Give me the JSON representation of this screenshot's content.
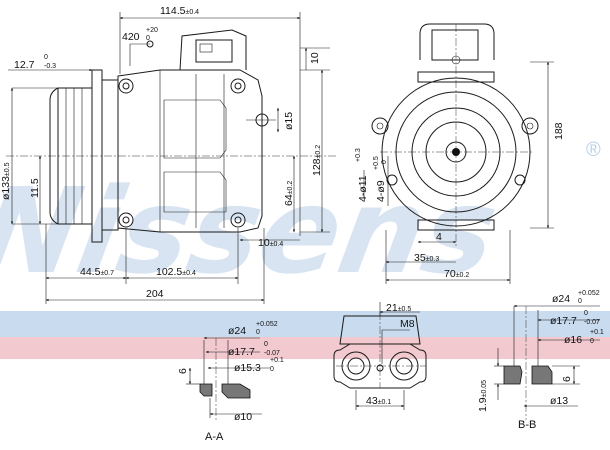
{
  "watermark": {
    "text": "Nissens",
    "color": "#b9cfe6",
    "registered_mark": "®"
  },
  "bands": {
    "blue": "#c9dbef",
    "pink": "#f1c9cf"
  },
  "main_view": {
    "dims": {
      "overall_width": "114.5",
      "overall_width_tol": "±0.4",
      "connector_angle": "420",
      "connector_angle_tol_upper": "+20",
      "connector_angle_tol_lower": "0",
      "hub_width": "12.7",
      "hub_width_tol_upper": "0",
      "hub_width_tol_lower": "-0.3",
      "top_offset": "10",
      "pulley_dia": "ø133",
      "pulley_dia_tol": "±0.5",
      "port_dia": "ø15",
      "height_128": "128",
      "height_128_tol": "±0.2",
      "groove": "11.5",
      "mount_64": "64",
      "mount_64_tol": "±0.2",
      "foot_10": "10",
      "foot_10_tol": "±0.4",
      "pos_44_5": "44.5",
      "pos_44_5_tol": "±0.7",
      "pos_102_5": "102.5",
      "pos_102_5_tol": "±0.4",
      "total_204": "204"
    }
  },
  "front_view": {
    "dims": {
      "height_188": "188",
      "holes_11": "4-ø11",
      "holes_11_tol": "+0.3",
      "holes_9": "4-ø9",
      "holes_9_tol_upper": "+0.5",
      "holes_9_tol_lower": "0",
      "four": "4",
      "d35": "35",
      "d35_tol": "±0.3",
      "d70": "70",
      "d70_tol": "±0.2"
    }
  },
  "detail_aa": {
    "label": "A-A",
    "dims": {
      "d24": "ø24",
      "d24_tol_upper": "+0.052",
      "d24_tol_lower": "0",
      "d17_7": "ø17.7",
      "d17_7_tol_upper": "0",
      "d17_7_tol_lower": "-0.07",
      "d15_3": "ø15.3",
      "d15_3_tol_upper": "+0.1",
      "d15_3_tol_lower": "0",
      "h6": "6",
      "d10": "ø10"
    }
  },
  "detail_mid": {
    "dims": {
      "d21": "21",
      "d21_tol": "±0.5",
      "m8": "M8",
      "d43": "43",
      "d43_tol": "±0.1"
    }
  },
  "detail_bb": {
    "label": "B-B",
    "dims": {
      "d24": "ø24",
      "d24_tol_upper": "+0.052",
      "d24_tol_lower": "0",
      "d17_7": "ø17.7",
      "d17_7_tol_upper": "0",
      "d17_7_tol_lower": "-0.07",
      "d16": "ø16",
      "d16_tol_upper": "+0.1",
      "d16_tol_lower": "0",
      "d1_9": "1.9",
      "d1_9_tol": "±0.05",
      "h6": "6",
      "d13": "ø13"
    }
  }
}
